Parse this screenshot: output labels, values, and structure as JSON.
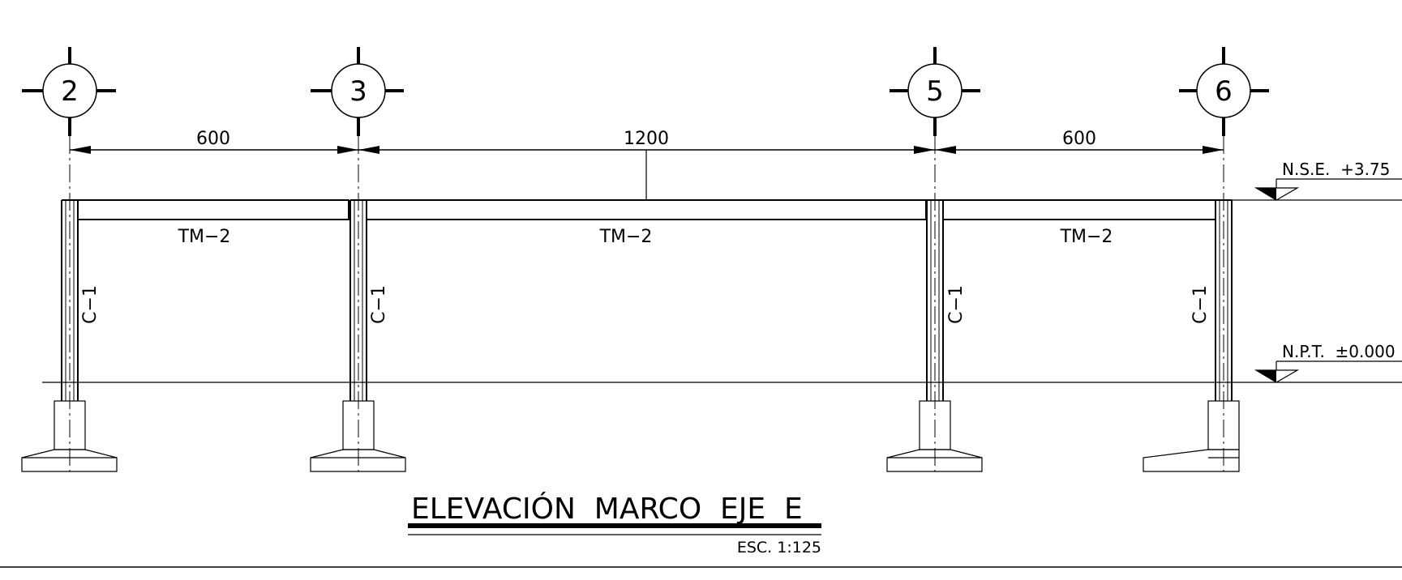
{
  "axes": [
    {
      "id": "axis-2",
      "label": "2"
    },
    {
      "id": "axis-3",
      "label": "3"
    },
    {
      "id": "axis-5",
      "label": "5"
    },
    {
      "id": "axis-6",
      "label": "6"
    }
  ],
  "dimensions": [
    {
      "id": "dim-600-left",
      "label": "600"
    },
    {
      "id": "dim-1200",
      "label": "1200"
    },
    {
      "id": "dim-600-right",
      "label": "600"
    }
  ],
  "beams": [
    {
      "id": "beam-1",
      "label": "TM−2"
    },
    {
      "id": "beam-2",
      "label": "TM−2"
    },
    {
      "id": "beam-3",
      "label": "TM−2"
    }
  ],
  "columns": [
    {
      "id": "column-2",
      "label": "C−1"
    },
    {
      "id": "column-3",
      "label": "C−1"
    },
    {
      "id": "column-5",
      "label": "C−1"
    },
    {
      "id": "column-6",
      "label": "C−1"
    }
  ],
  "levels": {
    "top": "N.S.E.  +3.75",
    "floor": "N.P.T.  ±0.000"
  },
  "title": {
    "main": "ELEVACIÓN  MARCO  EJE  E",
    "scale": "ESC. 1:125"
  }
}
